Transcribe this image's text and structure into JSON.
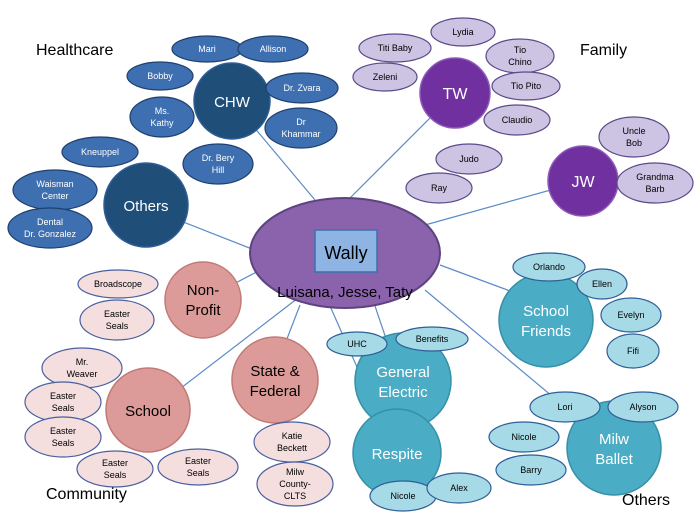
{
  "corner_labels": {
    "healthcare": "Healthcare",
    "family": "Family",
    "community": "Community",
    "others": "Others"
  },
  "center": {
    "title": "Wally",
    "subtitle": "Luisana, Jesse, Taty"
  },
  "nodes": {
    "chw": "CHW",
    "others_health": "Others",
    "tw": "TW",
    "jw": "JW",
    "nonprofit": [
      "Non-",
      "Profit"
    ],
    "state_federal": [
      "State &",
      "Federal"
    ],
    "school": "School",
    "general_electric": [
      "General",
      "Electric"
    ],
    "respite": "Respite",
    "school_friends": [
      "School",
      "Friends"
    ],
    "milw_ballet": [
      "Milw",
      "Ballet"
    ],
    "mari": "Mari",
    "allison": "Allison",
    "bobby": "Bobby",
    "dr_zvara": "Dr. Zvara",
    "ms_kathy": [
      "Ms.",
      "Kathy"
    ],
    "dr_khammar": [
      "Dr",
      "Khammar"
    ],
    "dr_bery_hill": [
      "Dr. Bery",
      "Hill"
    ],
    "kneuppel": "Kneuppel",
    "waisman": [
      "Waisman",
      "Center"
    ],
    "dental": [
      "Dental",
      "Dr. Gonzalez"
    ],
    "lydia": "Lydia",
    "titi_baby": "Titi Baby",
    "zeleni": "Zeleni",
    "tio_chino": [
      "Tio",
      "Chino"
    ],
    "tio_pito": "Tio Pito",
    "claudio": "Claudio",
    "judo": "Judo",
    "ray": "Ray",
    "uncle_bob": [
      "Uncle",
      "Bob"
    ],
    "grandma_barb": [
      "Grandma",
      "Barb"
    ],
    "broadscope": "Broadscope",
    "easter_seals_np": [
      "Easter",
      "Seals"
    ],
    "mr_weaver": [
      "Mr.",
      "Weaver"
    ],
    "easter_seals_1": [
      "Easter",
      "Seals"
    ],
    "easter_seals_2": [
      "Easter",
      "Seals"
    ],
    "easter_seals_3": [
      "Easter",
      "Seals"
    ],
    "easter_seals_4": [
      "Easter",
      "Seals"
    ],
    "katie_beckett": [
      "Katie",
      "Beckett"
    ],
    "milw_county": [
      "Milw",
      "County-",
      "CLTS"
    ],
    "uhc": "UHC",
    "benefits": "Benefits",
    "nicole_respite": "Nicole",
    "alex": "Alex",
    "orlando": "Orlando",
    "ellen": "Ellen",
    "evelyn": "Evelyn",
    "fifi": "Fifi",
    "lori": "Lori",
    "alyson": "Alyson",
    "nicole_ballet": "Nicole",
    "barry": "Barry"
  },
  "colors": {
    "dark_blue": "#1F4E79",
    "mid_blue": "#3E6FB0",
    "purple_center": "#8A63AC",
    "purple_dark": "#7030A0",
    "lavender": "#CDC3E3",
    "pink": "#DC9B98",
    "pink_light": "#F5DEDE",
    "teal": "#4BACC6",
    "teal_light": "#A7DAE7",
    "box_blue": "#8EB4E3",
    "line": "#4F81BD",
    "outline": "#2E4F8A"
  }
}
